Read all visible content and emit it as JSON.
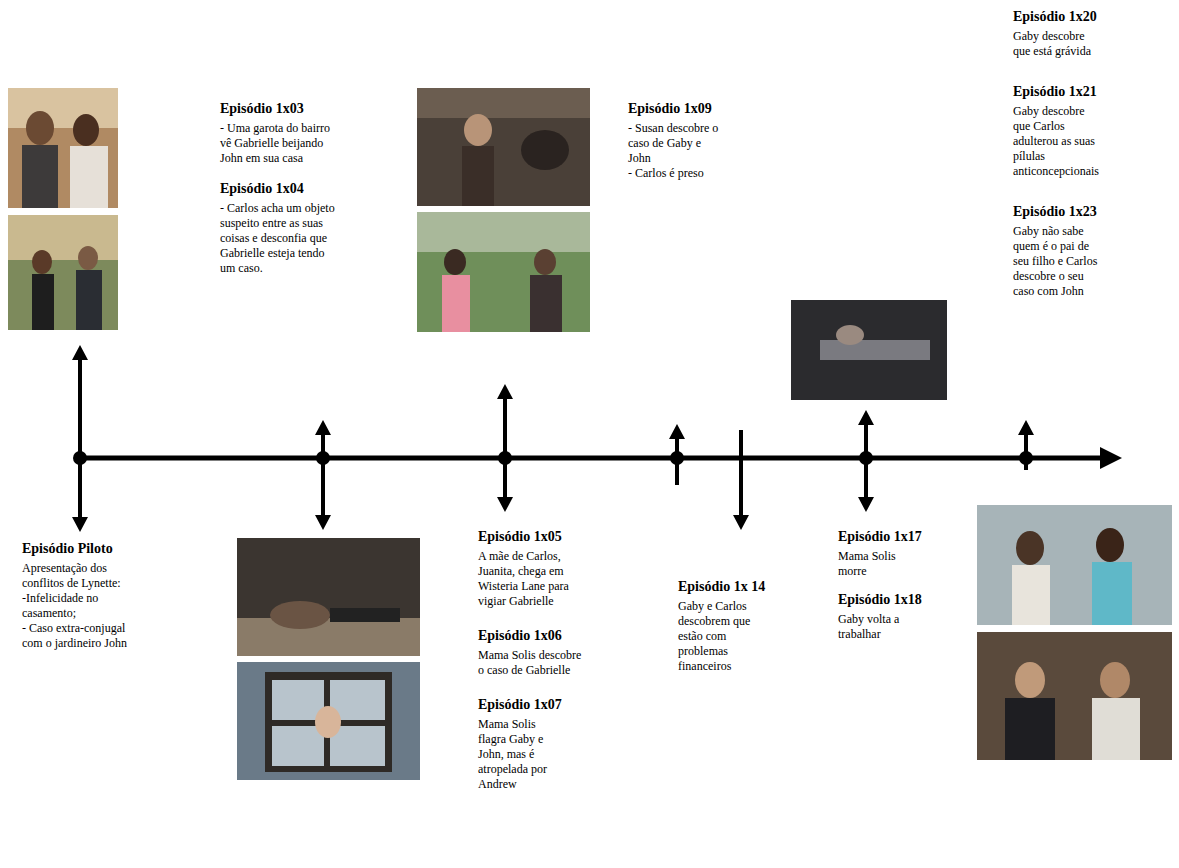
{
  "diagram": {
    "labels": [
      "Episódio Piloto",
      "Apresentação dos conflitos de Lynette:",
      "-Infelicidade no casamento;",
      "- Caso extra-conjugal com o jardineiro John",
      "Episódio 1x03",
      "- Uma garota do bairro vê Gabrielle beijando John em sua casa",
      "Episódio 1x04",
      "- Carlos acha um objeto suspeito entre as suas coisas e desconfia que Gabrielle esteja tendo um caso.",
      "Episódio 1x05",
      "A mãe de Carlos, Juanita, chega em Wisteria Lane para vigiar Gabrielle",
      "Episódio 1x06",
      "Mama Solis descobre o caso de Gabrielle",
      "Episódio 1x07",
      "Mama Solis flagra Gaby e John, mas é atropelada por Andrew",
      "Episódio 1x09",
      "- Susan descobre o caso de Gaby e John",
      "- Carlos é preso",
      "Episódio 1x 14",
      "Gaby e Carlos descobrem que estão com problemas financeiros",
      "Episódio 1x17",
      "Mama Solis morre",
      "Episódio 1x18",
      "Gaby volta a trabalhar",
      "Episódio 1x20",
      "Gaby descobre que está grávida",
      "Episódio 1x21",
      "Gaby descobre que Carlos adulterou as suas pílulas anticoncepcionais",
      "Episódio 1x23",
      "Gaby não sabe quem é o pai de seu filho e Carlos descobre o seu caso com John"
    ]
  }
}
